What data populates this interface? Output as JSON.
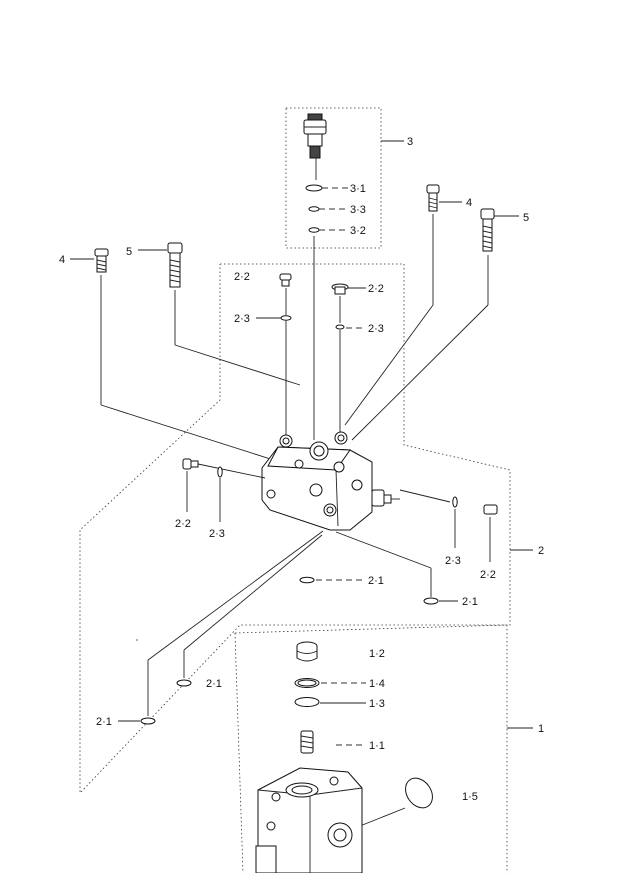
{
  "labels": {
    "l3": "3",
    "l3_1": "3·1",
    "l3_3": "3·3",
    "l3_2": "3·2",
    "l4_right": "4",
    "l5_right": "5",
    "l4_left": "4",
    "l5_left": "5",
    "l2_2_a": "2·2",
    "l2_2_b": "2·2",
    "l2_3_a": "2·3",
    "l2_3_b": "2·3",
    "l2_2_c": "2·2",
    "l2_3_c": "2·3",
    "l2_3_d": "2·3",
    "l2_2_d": "2·2",
    "l2": "2",
    "l2_1_a": "2·1",
    "l2_1_b": "2·1",
    "l2_1_c": "2·1",
    "l2_1_d": "2·1",
    "l1_2": "1·2",
    "l1_4": "1·4",
    "l1_3": "1·3",
    "l1_1": "1·1",
    "l1": "1",
    "l1_5": "1·5"
  }
}
